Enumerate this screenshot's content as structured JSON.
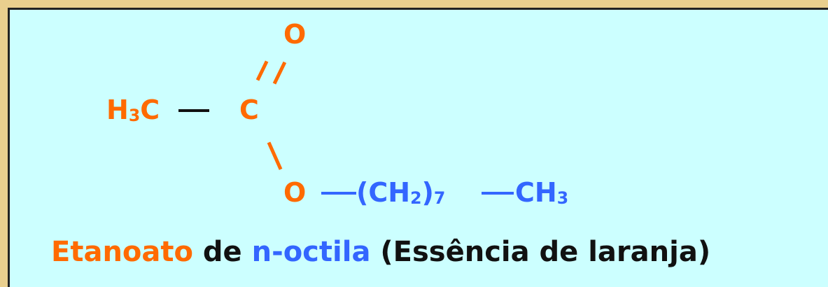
{
  "molecule": {
    "o_top": "O",
    "h3c_h": "H",
    "h3c_sub": "3",
    "h3c_c": "C",
    "c_center": "C",
    "o_ester": "O",
    "chain_open": "(CH",
    "chain_sub2": "2",
    "chain_close": ")",
    "chain_sub7": "7",
    "ch3_c": "CH",
    "ch3_sub": "3"
  },
  "caption": {
    "part1": "Etanoato",
    "part2": " de ",
    "part3": "n-octila",
    "part4": " (Essência de laranja)"
  },
  "colors": {
    "frame": "#e9cf8e",
    "panel": "#ccffff",
    "orange": "#ff6a00",
    "blue": "#3366ff",
    "black": "#111111"
  }
}
